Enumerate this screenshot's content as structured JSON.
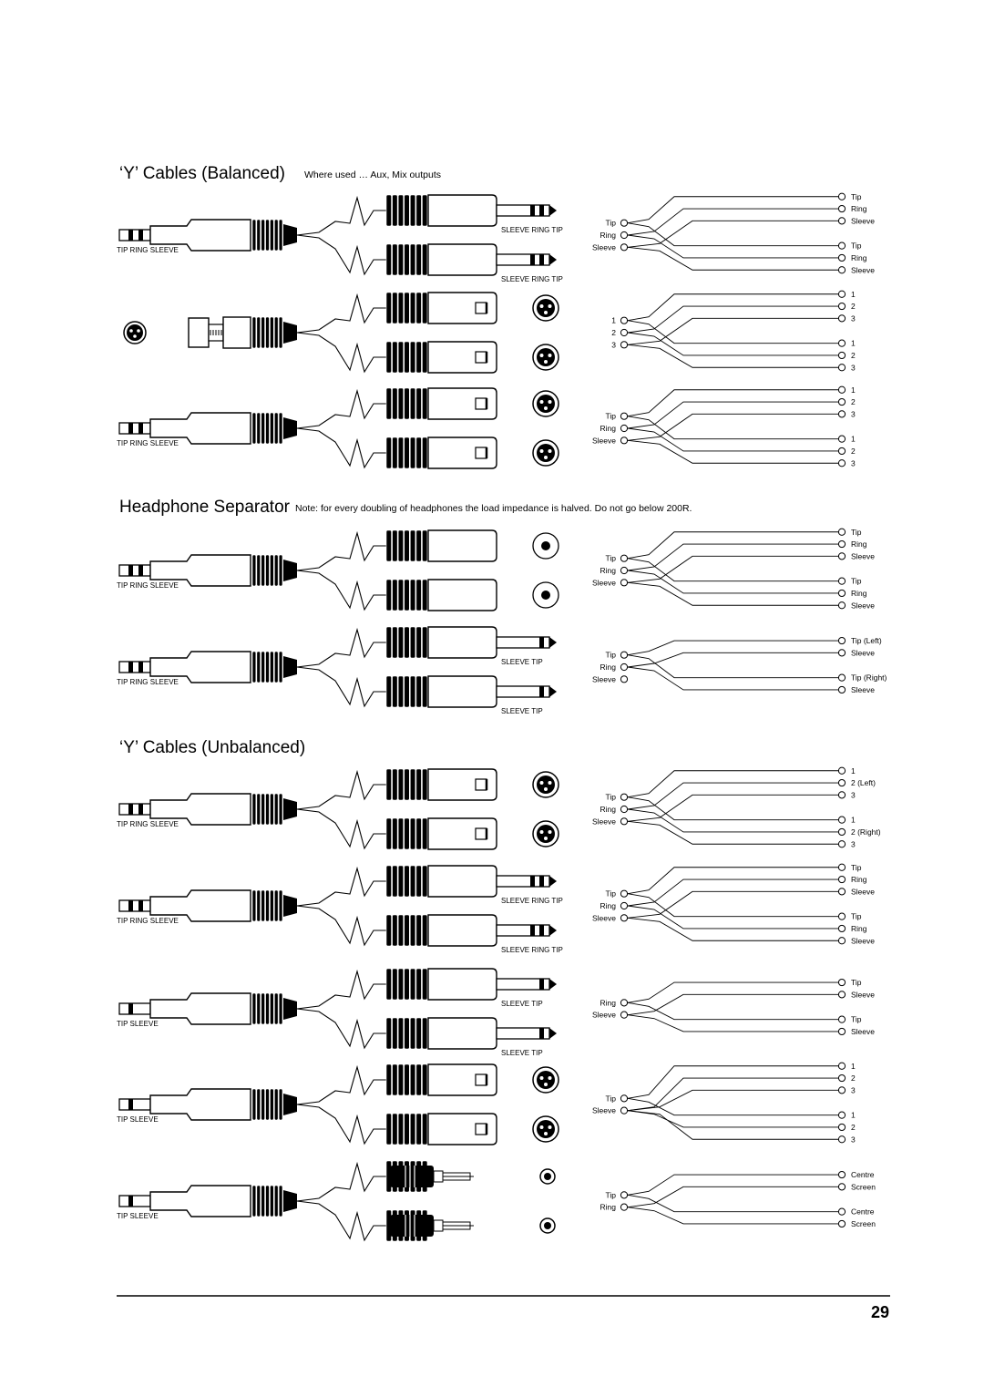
{
  "page": {
    "number": "29"
  },
  "sections": [
    {
      "title": "‘Y’ Cables (Balanced)",
      "note": "Where used … Aux, Mix outputs",
      "rows": [
        {
          "src": "trs",
          "src_label": "TIP RING SLEEVE",
          "dst": "trs",
          "dst_labels": [
            "SLEEVE RING TIP",
            "SLEEVE RING TIP"
          ],
          "face": "none",
          "left_pins": [
            "Tip",
            "Ring",
            "Sleeve"
          ],
          "right_groups": [
            [
              "Tip",
              "Ring",
              "Sleeve"
            ],
            [
              "Tip",
              "Ring",
              "Sleeve"
            ]
          ]
        },
        {
          "src": "xlrf",
          "src_label": "",
          "dst": "xlrm",
          "dst_labels": [
            "",
            ""
          ],
          "face": "xlr",
          "left_pins": [
            "1",
            "2",
            "3"
          ],
          "right_groups": [
            [
              "1",
              "2",
              "3"
            ],
            [
              "1",
              "2",
              "3"
            ]
          ]
        },
        {
          "src": "trs",
          "src_label": "TIP RING SLEEVE",
          "dst": "xlrm",
          "dst_labels": [
            "",
            ""
          ],
          "face": "xlr",
          "left_pins": [
            "Tip",
            "Ring",
            "Sleeve"
          ],
          "right_groups": [
            [
              "1",
              "2",
              "3"
            ],
            [
              "1",
              "2",
              "3"
            ]
          ]
        }
      ]
    },
    {
      "title": "Headphone Separator",
      "note": "Note: for every doubling of headphones the load impedance is halved.  Do not go below 200R.",
      "rows": [
        {
          "src": "trs",
          "src_label": "TIP RING SLEEVE",
          "dst": "jackf",
          "dst_labels": [
            "",
            ""
          ],
          "face": "socket",
          "left_pins": [
            "Tip",
            "Ring",
            "Sleeve"
          ],
          "right_groups": [
            [
              "Tip",
              "Ring",
              "Sleeve"
            ],
            [
              "Tip",
              "Ring",
              "Sleeve"
            ]
          ]
        },
        {
          "src": "trs",
          "src_label": "TIP RING SLEEVE",
          "dst": "ts",
          "dst_labels": [
            "SLEEVE     TIP",
            "SLEEVE     TIP"
          ],
          "face": "none",
          "left_pins": [
            "Tip",
            "Ring",
            "Sleeve"
          ],
          "right_groups": [
            [
              "Tip (Left)",
              "Sleeve"
            ],
            [
              "Tip (Right)",
              "Sleeve"
            ]
          ]
        }
      ]
    },
    {
      "title": "‘Y’ Cables (Unbalanced)",
      "note": "",
      "rows": [
        {
          "src": "trs",
          "src_label": "TIP RING SLEEVE",
          "dst": "xlrm",
          "dst_labels": [
            "",
            ""
          ],
          "face": "xlr",
          "left_pins": [
            "Tip",
            "Ring",
            "Sleeve"
          ],
          "right_groups": [
            [
              "1",
              "2 (Left)",
              "3"
            ],
            [
              "1",
              "2 (Right)",
              "3"
            ]
          ]
        },
        {
          "src": "trs",
          "src_label": "TIP RING SLEEVE",
          "dst": "trs",
          "dst_labels": [
            "SLEEVE RING TIP",
            "SLEEVE RING TIP"
          ],
          "face": "none",
          "left_pins": [
            "Tip",
            "Ring",
            "Sleeve"
          ],
          "right_groups": [
            [
              "Tip",
              "Ring",
              "Sleeve"
            ],
            [
              "Tip",
              "Ring",
              "Sleeve"
            ]
          ]
        },
        {
          "src": "ts",
          "src_label": "TIP       SLEEVE",
          "dst": "ts",
          "dst_labels": [
            "SLEEVE     TIP",
            "SLEEVE     TIP"
          ],
          "face": "none",
          "left_pins": [
            "Ring",
            "Sleeve"
          ],
          "right_groups": [
            [
              "Tip",
              "Sleeve"
            ],
            [
              "Tip",
              "Sleeve"
            ]
          ]
        },
        {
          "src": "ts",
          "src_label": "TIP       SLEEVE",
          "dst": "xlrm",
          "dst_labels": [
            "",
            ""
          ],
          "face": "xlr",
          "left_pins": [
            "Tip",
            "Sleeve"
          ],
          "right_groups": [
            [
              "1",
              "2",
              "3"
            ],
            [
              "1",
              "2",
              "3"
            ]
          ]
        },
        {
          "src": "ts",
          "src_label": "TIP       SLEEVE",
          "dst": "rca",
          "dst_labels": [
            "",
            ""
          ],
          "face": "dot",
          "left_pins": [
            "Tip",
            "Ring"
          ],
          "right_groups": [
            [
              "Centre",
              "Screen"
            ],
            [
              "Centre",
              "Screen"
            ]
          ]
        }
      ]
    }
  ]
}
